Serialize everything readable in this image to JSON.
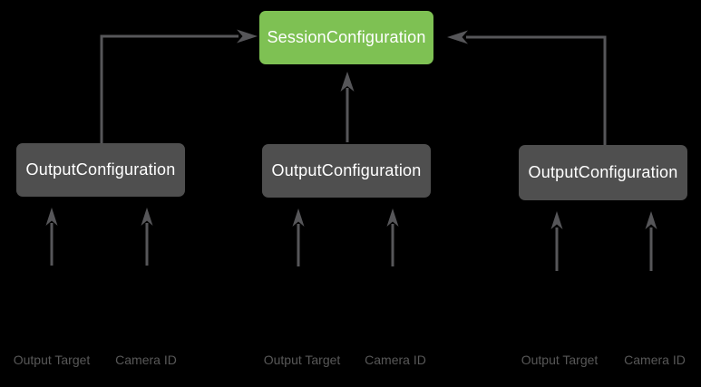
{
  "diagram": {
    "nodes": {
      "session": {
        "label": "SessionConfiguration"
      },
      "outputs": [
        {
          "label": "OutputConfiguration"
        },
        {
          "label": "OutputConfiguration"
        },
        {
          "label": "OutputConfiguration"
        }
      ]
    },
    "inputs": {
      "groups": [
        {
          "output_target": "Output Target",
          "camera_id": "Camera ID"
        },
        {
          "output_target": "Output Target",
          "camera_id": "Camera ID"
        },
        {
          "output_target": "Output Target",
          "camera_id": "Camera ID"
        }
      ]
    },
    "icons": [
      "arrow-right-icon",
      "arrow-left-icon",
      "arrow-up-icon"
    ]
  },
  "colors": {
    "background": "#000000",
    "session_fill": "#7EC153",
    "output_fill": "#4F4F4F",
    "node_text": "#FFFFFF",
    "arrow": "#565659",
    "label_text": "#585858"
  }
}
